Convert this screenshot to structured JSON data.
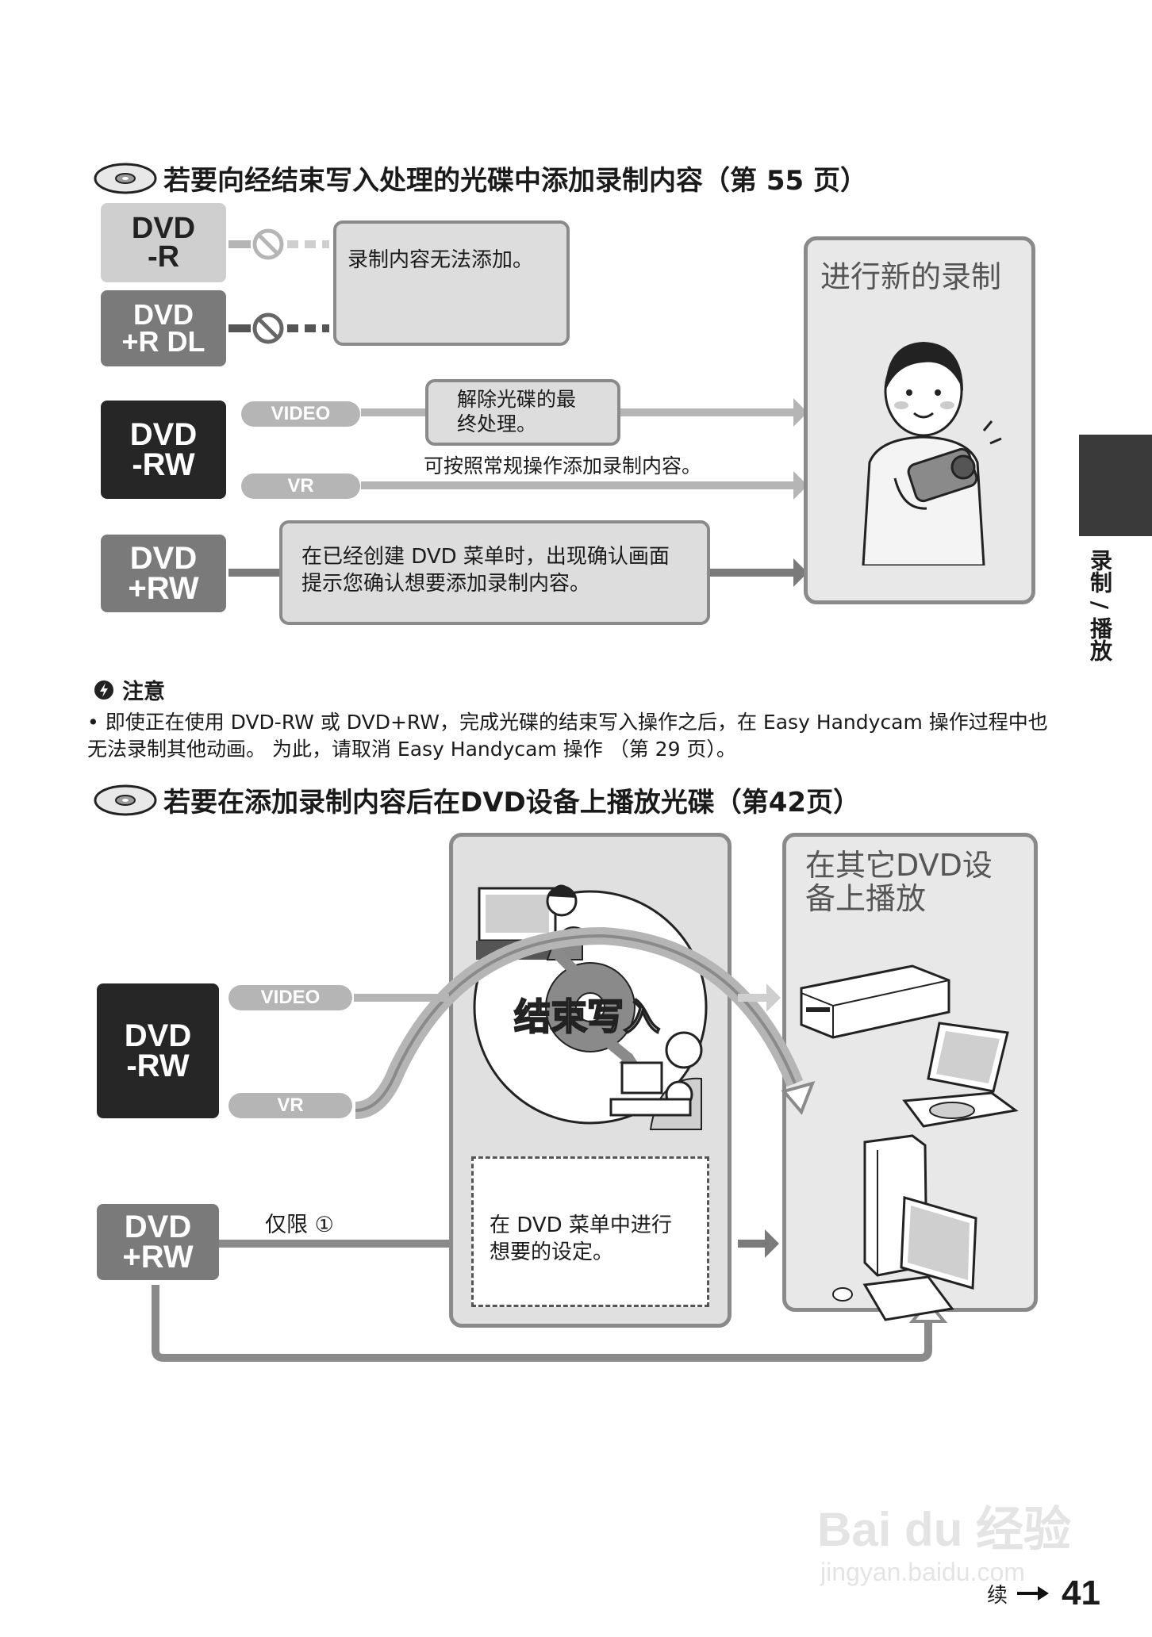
{
  "section1": {
    "title": "若要向经结束写入处理的光碟中添加录制内容（第 55 页）",
    "disc_r": "DVD\n-R",
    "disc_rdl": "DVD\n+R DL",
    "disc_rw": "DVD\n-RW",
    "disc_prw": "DVD\n+RW",
    "box_cannot_add": "录制内容无法添加。",
    "pill_video": "VIDEO",
    "pill_vr": "VR",
    "box_unfinalize": "解除光碟的最终处理。",
    "text_normal": "可按照常规操作添加录制内容。",
    "box_confirm": "在已经创建 DVD 菜单时，出现确认画面提示您确认想要添加录制内容。",
    "panel_new_recording": "进行新的录制"
  },
  "note": {
    "title": "注意",
    "text": "• 即使正在使用 DVD-RW 或 DVD+RW，完成光碟的结束写入操作之后，在 Easy Handycam 操作过程中也无法录制其他动画。 为此，请取消 Easy Handycam 操作 （第 29 页）。"
  },
  "section2": {
    "title": "若要在添加录制内容后在DVD设备上播放光碟（第42页）",
    "disc_rw": "DVD\n-RW",
    "disc_prw": "DVD\n+RW",
    "pill_video": "VIDEO",
    "pill_vr": "VR",
    "finalize_label": "结束写入",
    "only_label": "仅限 ①",
    "box_menu": "在 DVD 菜单中进行想要的设定。",
    "panel_other_devices": "在其它DVD设备上播放"
  },
  "side_tab": "录制 / 播放",
  "footer": {
    "continued": "续",
    "page_number": "41"
  },
  "watermark": {
    "logo": "Bai du 经验",
    "url": "jingyan.baidu.com"
  },
  "colors": {
    "dark": "#262626",
    "mid": "#7a7a7a",
    "light": "#cfcfcf",
    "box": "#dddddd",
    "line": "#b5b5b5"
  }
}
